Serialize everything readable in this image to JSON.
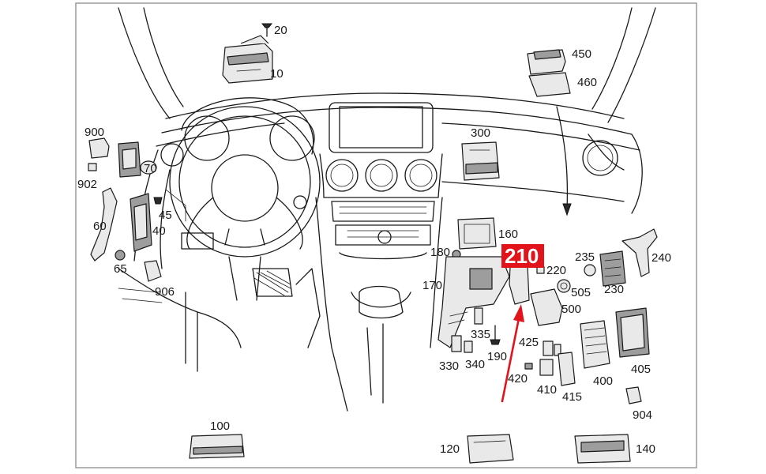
{
  "callouts": {
    "c10": "10",
    "c20": "20",
    "c40": "40",
    "c45": "45",
    "c60": "60",
    "c65": "65",
    "c70": "70",
    "c100": "100",
    "c120": "120",
    "c140": "140",
    "c160": "160",
    "c170": "170",
    "c180": "180",
    "c190": "190",
    "c220": "220",
    "c230": "230",
    "c235": "235",
    "c240": "240",
    "c300": "300",
    "c330": "330",
    "c335": "335",
    "c340": "340",
    "c400": "400",
    "c405": "405",
    "c410": "410",
    "c415": "415",
    "c420": "420",
    "c425": "425",
    "c450": "450",
    "c460": "460",
    "c500": "500",
    "c505": "505",
    "c900": "900",
    "c902": "902",
    "c904": "904",
    "c906": "906"
  },
  "highlight": {
    "label": "210",
    "color": "#e2131a"
  },
  "colors": {
    "line": "#1a1a1a",
    "part_fill": "#e9e9e9",
    "frame": "#9a9a9a"
  }
}
